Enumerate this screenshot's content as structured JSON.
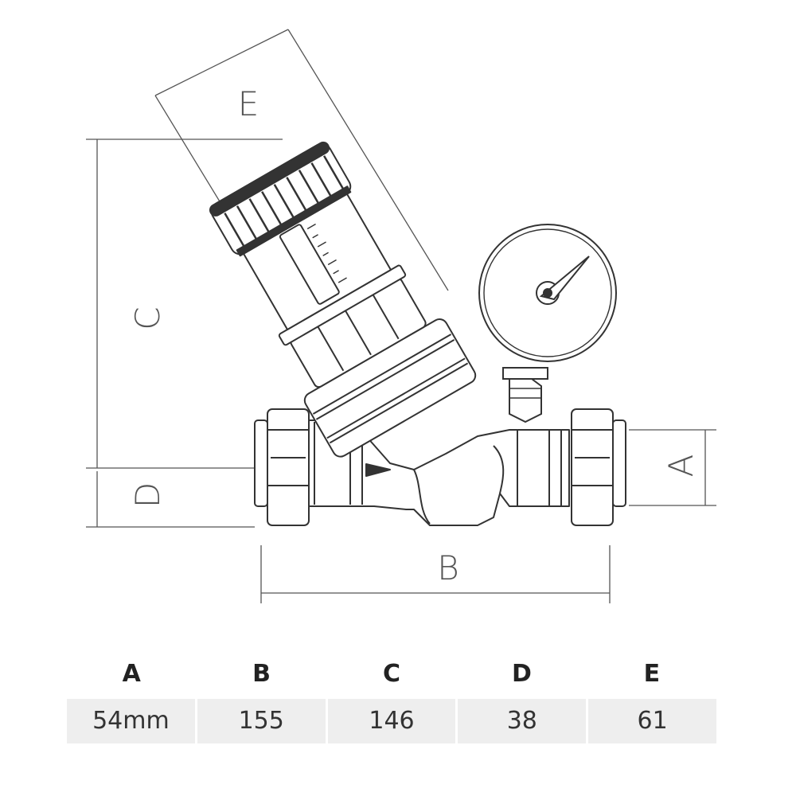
{
  "dimensions": {
    "labels": [
      "A",
      "B",
      "C",
      "D",
      "E"
    ]
  },
  "table": {
    "headers": [
      "A",
      "B",
      "C",
      "D",
      "E"
    ],
    "values": [
      "54mm",
      "155",
      "146",
      "38",
      "61"
    ]
  },
  "colors": {
    "line": "#333333",
    "dimension_line": "#555555",
    "table_cell_bg": "#eeeeee"
  }
}
